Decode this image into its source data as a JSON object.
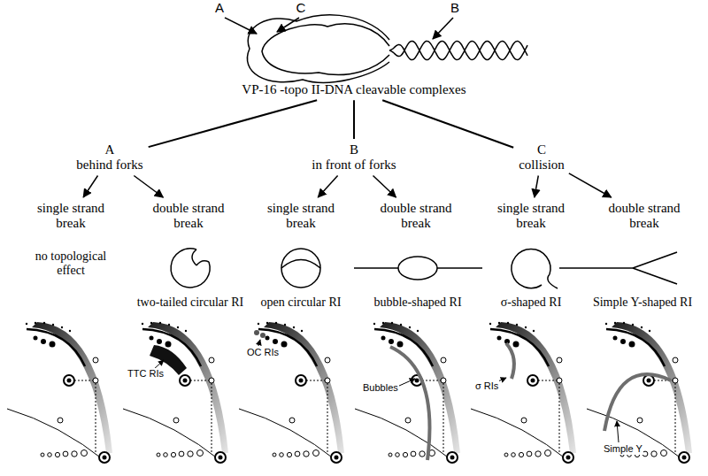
{
  "diagram": {
    "nodes": [
      {
        "text": [
          "VP-16 -topo II-DNA cleavable complexes"
        ]
      },
      {
        "text": [
          "A",
          "behind forks"
        ]
      },
      {
        "text": [
          "B",
          "in front of forks"
        ]
      },
      {
        "text": [
          "C",
          "collision"
        ]
      },
      {
        "text": [
          "single strand break"
        ]
      },
      {
        "text": [
          "double strand break"
        ]
      },
      {
        "text": [
          "single strand break"
        ]
      },
      {
        "text": [
          "double strand break"
        ]
      },
      {
        "text": [
          "single strand break"
        ]
      },
      {
        "text": [
          "double strand break"
        ]
      }
    ],
    "edges": [
      {
        "from": 0,
        "to": 1,
        "arrow": "none"
      },
      {
        "from": 0,
        "to": 2,
        "arrow": "none"
      },
      {
        "from": 0,
        "to": 3,
        "arrow": "none"
      },
      {
        "from": 1,
        "to": 4,
        "arrow": "to"
      },
      {
        "from": 1,
        "to": 5,
        "arrow": "to"
      },
      {
        "from": 2,
        "to": 6,
        "arrow": "to"
      },
      {
        "from": 2,
        "to": 7,
        "arrow": "to"
      },
      {
        "from": 3,
        "to": 8,
        "arrow": "to"
      },
      {
        "from": 3,
        "to": 9,
        "arrow": "to"
      }
    ],
    "labels": [
      "A",
      "C",
      "B",
      "no topological effect",
      "two-tailed circular RI",
      "open circular RI",
      "bubble-shaped RI",
      "σ-shaped RI",
      "Simple Y-shaped RI",
      "TTC RIs",
      "OC RIs",
      "Bubbles",
      "σ RIs",
      "Simple Y"
    ]
  }
}
